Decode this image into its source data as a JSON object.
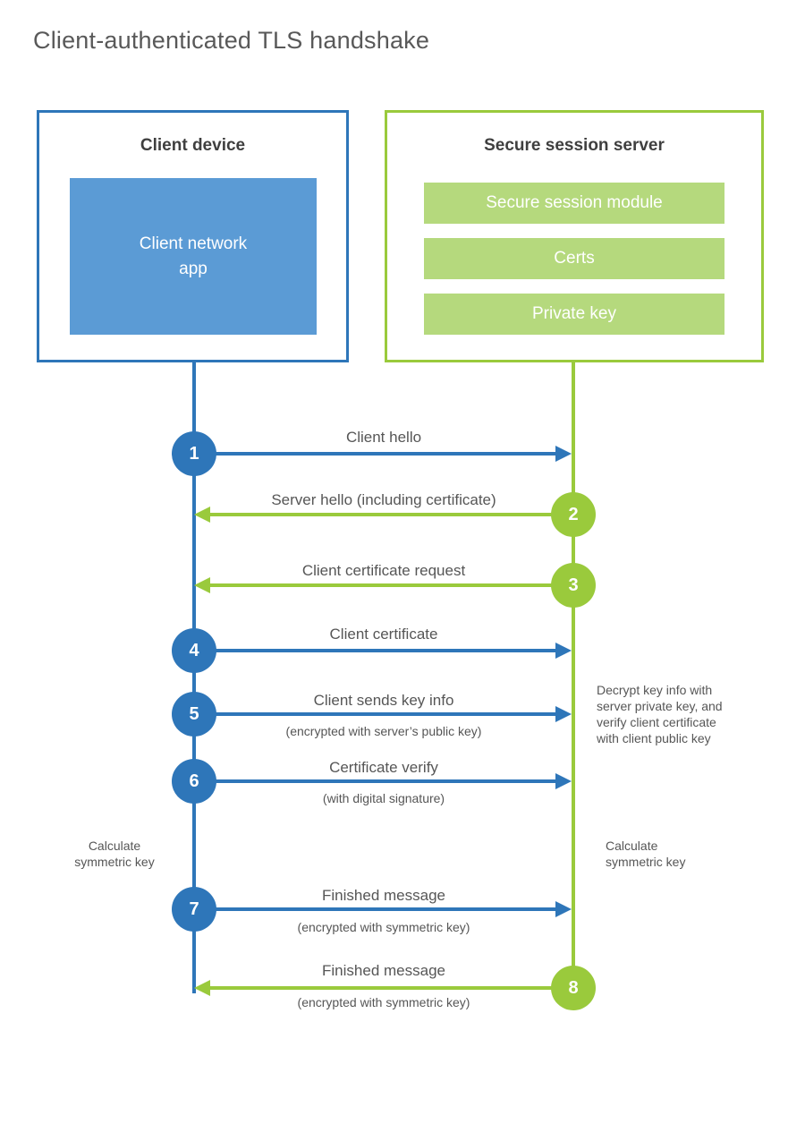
{
  "title": "Client-authenticated TLS handshake",
  "colors": {
    "client_accent": "#2e76b9",
    "client_fill": "#5b9bd5",
    "server_accent": "#9aca3c",
    "server_fill": "#b5d97d",
    "text": "#565656"
  },
  "client": {
    "title": "Client device",
    "app_line1": "Client network",
    "app_line2": "app"
  },
  "server": {
    "title": "Secure session server",
    "modules": [
      "Secure session module",
      "Certs",
      "Private key"
    ]
  },
  "flow": {
    "steps": [
      {
        "number": "1",
        "from": "client",
        "label": "Client hello"
      },
      {
        "number": "2",
        "from": "server",
        "label": "Server hello (including certificate)"
      },
      {
        "number": "3",
        "from": "server",
        "label": "Client certificate request"
      },
      {
        "number": "4",
        "from": "client",
        "label": "Client certificate"
      },
      {
        "number": "5",
        "from": "client",
        "label": "Client sends key info",
        "sublabel": "(encrypted with server’s public key)"
      },
      {
        "number": "6",
        "from": "client",
        "label": "Certificate verify",
        "sublabel": "(with digital signature)"
      },
      {
        "number": "7",
        "from": "client",
        "label": "Finished message",
        "sublabel": "(encrypted with symmetric key)"
      },
      {
        "number": "8",
        "from": "server",
        "label": "Finished message",
        "sublabel": "(encrypted with symmetric key)"
      }
    ],
    "notes": {
      "decrypt": "Decrypt key info with\nserver private key, and\nverify client certificate\nwith client public key",
      "calc_left": "Calculate\nsymmetric key",
      "calc_right": "Calculate\nsymmetric key"
    }
  }
}
